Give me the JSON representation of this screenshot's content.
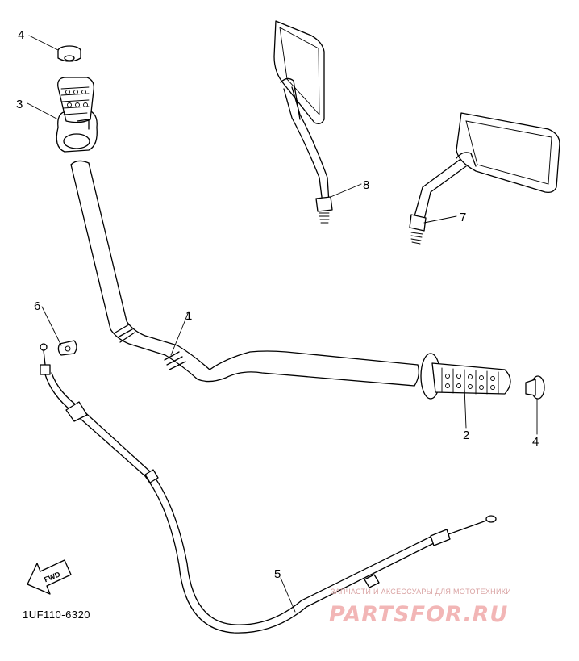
{
  "diagram": {
    "part_callouts": [
      {
        "id": "1",
        "label": "1"
      },
      {
        "id": "2",
        "label": "2"
      },
      {
        "id": "3",
        "label": "3"
      },
      {
        "id": "4a",
        "label": "4"
      },
      {
        "id": "4b",
        "label": "4"
      },
      {
        "id": "5",
        "label": "5"
      },
      {
        "id": "6",
        "label": "6"
      },
      {
        "id": "7",
        "label": "7"
      },
      {
        "id": "8",
        "label": "8"
      }
    ],
    "drawing_code": "1UF110-6320",
    "direction_marker": "FWD"
  },
  "watermark": {
    "tagline": "ЗАПЧАСТИ И АКСЕССУАРЫ ДЛЯ МОТОТЕХНИКИ",
    "brand": "PARTSFOR.RU"
  },
  "colors": {
    "line": "#000000",
    "background": "#ffffff",
    "watermark": "#f2b6b6"
  }
}
